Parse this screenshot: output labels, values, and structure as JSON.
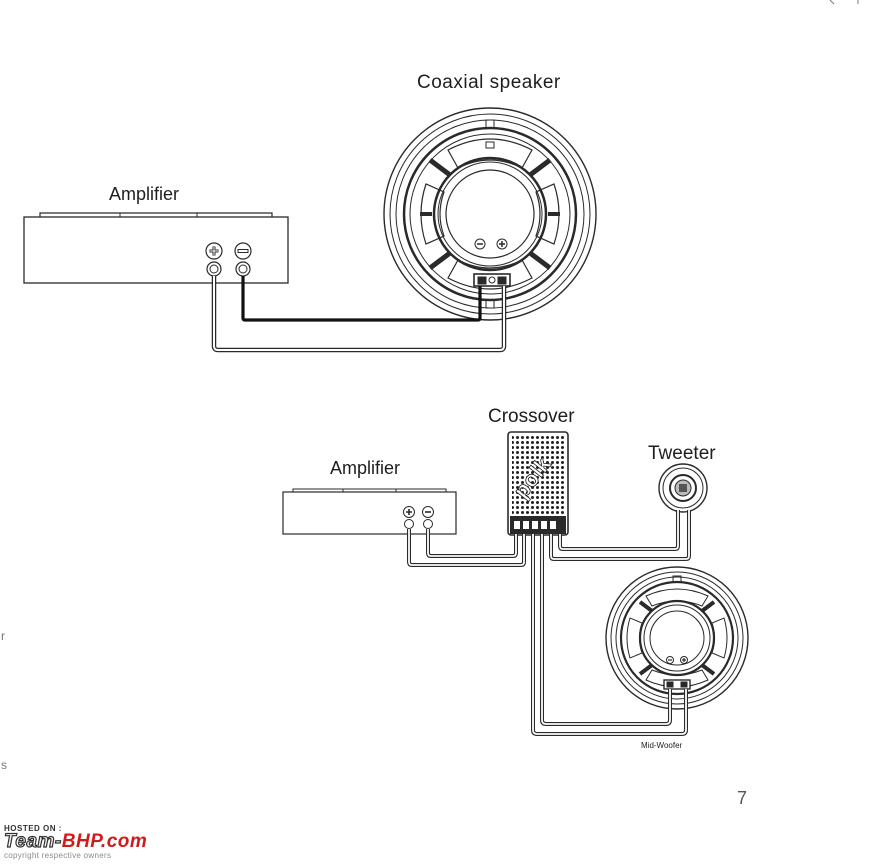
{
  "labels": {
    "coaxial_speaker": "Coaxial  speaker",
    "amplifier_top": "Amplifier",
    "amplifier_bottom": "Amplifier",
    "crossover": "Crossover",
    "tweeter": "Tweeter",
    "mid_woofer": "Mid-Woofer",
    "crossover_brand": "polk"
  },
  "page_number": "7",
  "edge_marks": [
    "r",
    "s"
  ],
  "watermark": {
    "hosted_on": "HOSTED ON :",
    "brand_part1": "Team-",
    "brand_part2": "BHP.com",
    "copyright": "copyright respective owners"
  },
  "colors": {
    "line": "#2a2a2a",
    "wire_dark": "#111111",
    "brand_red": "#d11a1a"
  }
}
